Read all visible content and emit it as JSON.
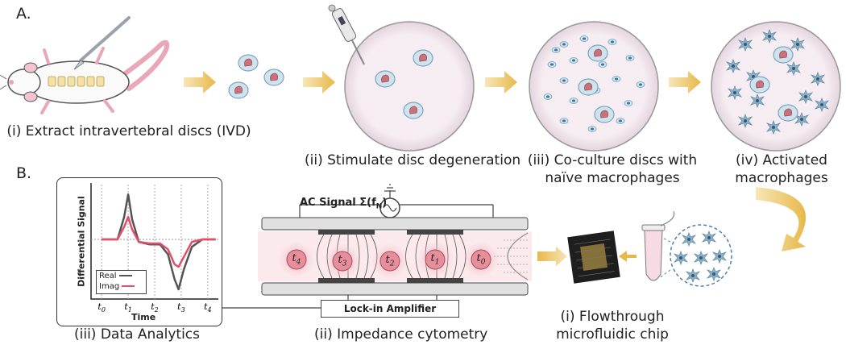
{
  "sections": {
    "a": "A.",
    "b": "B."
  },
  "part_a": {
    "step1": "(i) Extract intravertebral discs (IVD)",
    "step2": "(ii) Stimulate disc degeneration",
    "step3_line1": "(iii) Co-culture discs with",
    "step3_line2": "naïve macrophages",
    "step4_line1": "(iv) Activated",
    "step4_line2": "macrophages"
  },
  "part_b": {
    "ac_signal": "AC Signal Σ(f",
    "ac_signal_sub": "N",
    "ac_signal_close": ")",
    "lockin": "Lock-in Amplifier",
    "step1_line1": "(i) Flowthrough",
    "step1_line2": "microfluidic chip",
    "step2": "(ii) Impedance cytometry",
    "step3": "(iii) Data Analytics",
    "cells": [
      "t4",
      "t3",
      "t2",
      "t1",
      "t0"
    ],
    "cell_sub": [
      "4",
      "3",
      "2",
      "1",
      "0"
    ]
  },
  "chart_data": {
    "type": "line",
    "ylabel": "Differential Signal",
    "xlabel": "Time",
    "xticks": [
      "t0",
      "t1",
      "t2",
      "t3",
      "t4"
    ],
    "series": [
      {
        "name": "Real",
        "color": "#555555",
        "points": [
          [
            0,
            0
          ],
          [
            0.6,
            0
          ],
          [
            0.85,
            0.45
          ],
          [
            1,
            0.9
          ],
          [
            1.15,
            0.4
          ],
          [
            1.4,
            -0.05
          ],
          [
            1.8,
            -0.1
          ],
          [
            2.2,
            -0.1
          ],
          [
            2.5,
            -0.3
          ],
          [
            2.75,
            -0.8
          ],
          [
            2.9,
            -1.0
          ],
          [
            3.1,
            -0.6
          ],
          [
            3.4,
            -0.15
          ],
          [
            3.8,
            0
          ],
          [
            4.3,
            0
          ]
        ]
      },
      {
        "name": "Imag",
        "color": "#e0506a",
        "points": [
          [
            0,
            0
          ],
          [
            0.6,
            0
          ],
          [
            0.85,
            0.25
          ],
          [
            1,
            0.45
          ],
          [
            1.15,
            0.2
          ],
          [
            1.4,
            -0.05
          ],
          [
            1.8,
            -0.08
          ],
          [
            2.2,
            -0.08
          ],
          [
            2.5,
            -0.2
          ],
          [
            2.75,
            -0.5
          ],
          [
            2.9,
            -0.55
          ],
          [
            3.1,
            -0.35
          ],
          [
            3.4,
            -0.05
          ],
          [
            3.8,
            0
          ],
          [
            4.3,
            0
          ]
        ]
      }
    ]
  }
}
